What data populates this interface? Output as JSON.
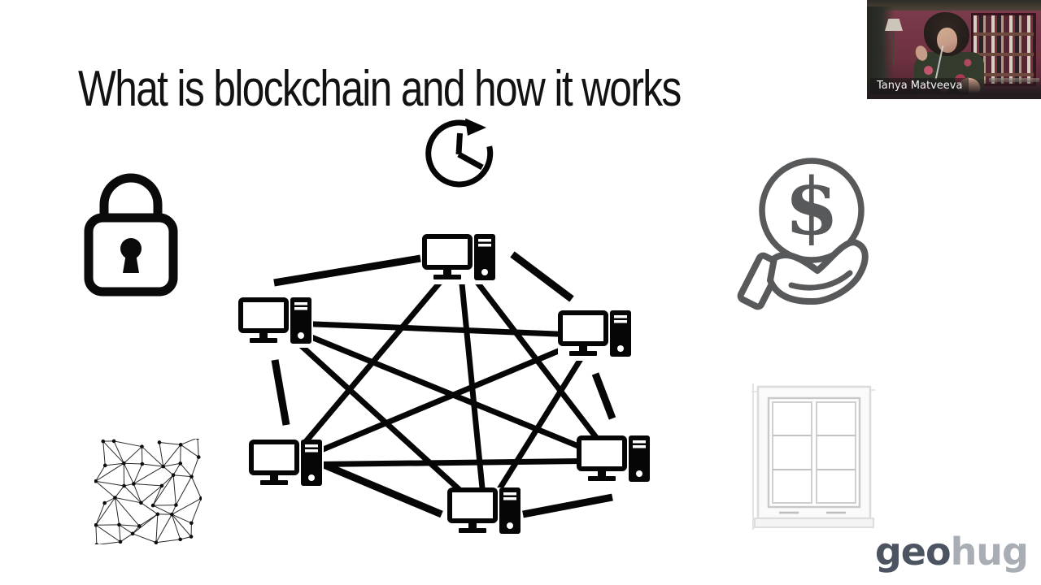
{
  "slide": {
    "title": "What is blockchain and how it works",
    "icons": {
      "clock": "time-clock-arrow-icon",
      "lock": "padlock-security-icon",
      "money": "dollar-coin-in-hand-icon",
      "network": "peer-to-peer-computer-network-diagram",
      "mesh": "mesh-network-graph-image",
      "window": "house-window-image"
    },
    "network_node_count": 6
  },
  "money_icon": {
    "symbol": "$"
  },
  "webcam": {
    "name_label": "Tanya Matveeva"
  },
  "logo": {
    "geo": "geo",
    "hug": "hug"
  },
  "colors": {
    "slide_background": "#ffffff",
    "title_text": "#121212",
    "diagram_black": "#060606",
    "money_icon_gray": "#58595b",
    "logo_geo": "#4b5460",
    "logo_hug": "#a9aeb4",
    "webcam_wall": "#6e3140"
  }
}
